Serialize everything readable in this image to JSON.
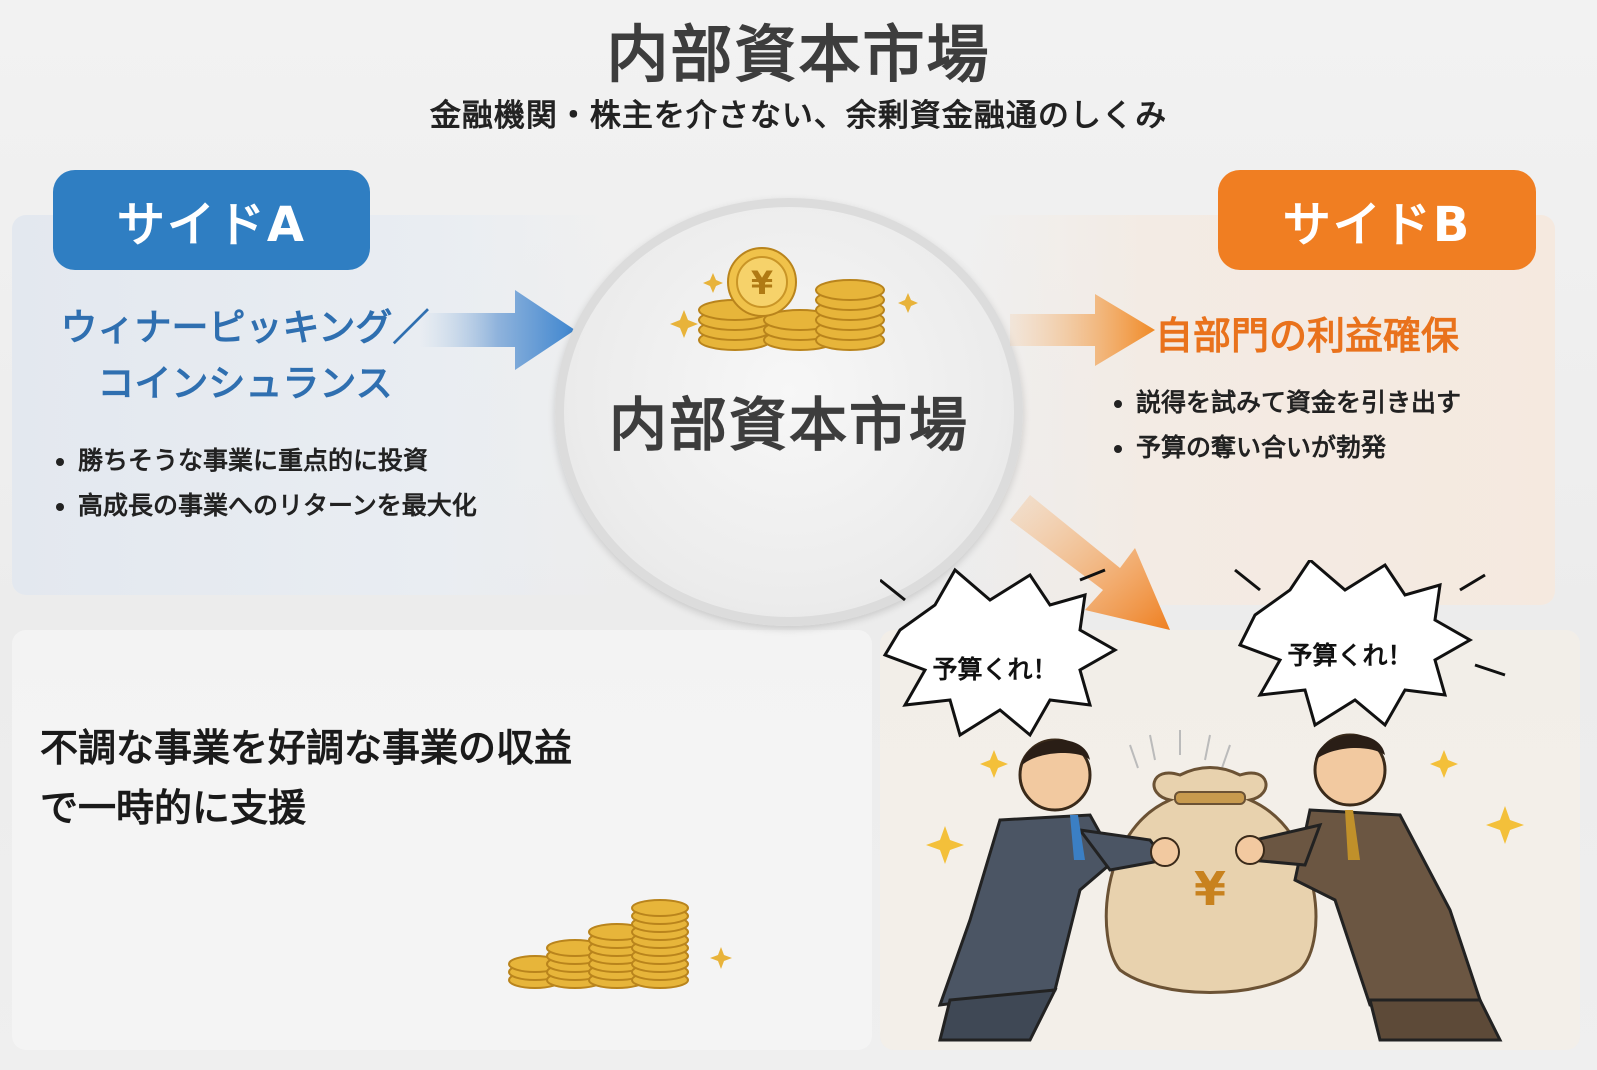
{
  "title": "内部資本市場",
  "subtitle": "金融機関・株主を介さない、余剰資金融通のしくみ",
  "center": {
    "label": "内部資本市場",
    "icon": "yen-coin-stack-icon"
  },
  "sideA": {
    "badge": "サイドA",
    "heading_line1": "ウィナーピッキング／",
    "heading_line2": "コインシュランス",
    "bullets": [
      "勝ちそうな事業に重点的に投資",
      "高成長の事業へのリターンを最大化"
    ],
    "support_line1": "不調な事業を好調な事業の収益",
    "support_line2": "で一時的に支援",
    "color": "#2f7ec2"
  },
  "sideB": {
    "badge": "サイドB",
    "heading": "自部門の利益確保",
    "bullets": [
      "説得を試みて資金を引き出す",
      "予算の奪い合いが勃発"
    ],
    "speech_left": "予算くれ！",
    "speech_right": "予算くれ！",
    "money_bag_symbol": "¥",
    "color": "#f07e22"
  }
}
